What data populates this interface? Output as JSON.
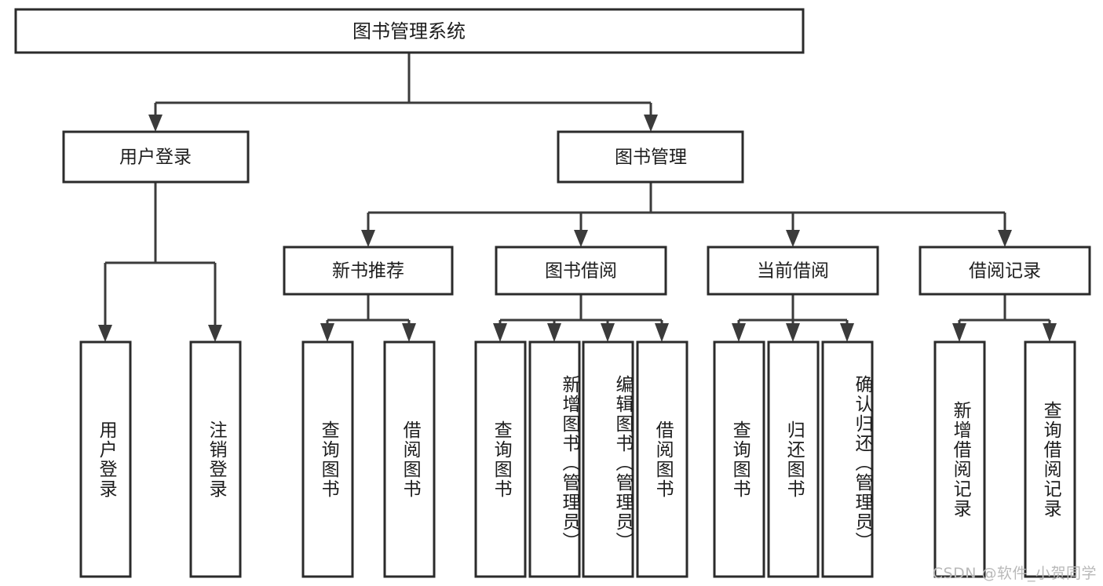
{
  "diagram": {
    "type": "tree-hierarchy",
    "title": "图书管理系统",
    "colors": {
      "background": "#ffffff",
      "box_stroke": "#2b2b2b",
      "connector": "#3b3b3b",
      "text": "#1d1d1d",
      "watermark": "#b9b9b9"
    },
    "root": {
      "label": "图书管理系统"
    },
    "level2": [
      {
        "label": "用户登录"
      },
      {
        "label": "图书管理"
      }
    ],
    "level3": [
      {
        "label": "新书推荐"
      },
      {
        "label": "图书借阅"
      },
      {
        "label": "当前借阅"
      },
      {
        "label": "借阅记录"
      }
    ],
    "leaves": [
      {
        "label": "用户登录",
        "parent": "用户登录"
      },
      {
        "label": "注销登录",
        "parent": "用户登录"
      },
      {
        "label": "查询图书",
        "parent": "新书推荐"
      },
      {
        "label": "借阅图书",
        "parent": "新书推荐"
      },
      {
        "label": "查询图书",
        "parent": "图书借阅"
      },
      {
        "label": "新增图书（管理员）",
        "parent": "图书借阅"
      },
      {
        "label": "编辑图书（管理员）",
        "parent": "图书借阅"
      },
      {
        "label": "借阅图书",
        "parent": "图书借阅"
      },
      {
        "label": "查询图书",
        "parent": "当前借阅"
      },
      {
        "label": "归还图书",
        "parent": "当前借阅"
      },
      {
        "label": "确认归还（管理员）",
        "parent": "当前借阅"
      },
      {
        "label": "新增借阅记录",
        "parent": "借阅记录"
      },
      {
        "label": "查询借阅记录",
        "parent": "借阅记录"
      }
    ],
    "watermark": "CSDN @软件_小贺同学"
  }
}
